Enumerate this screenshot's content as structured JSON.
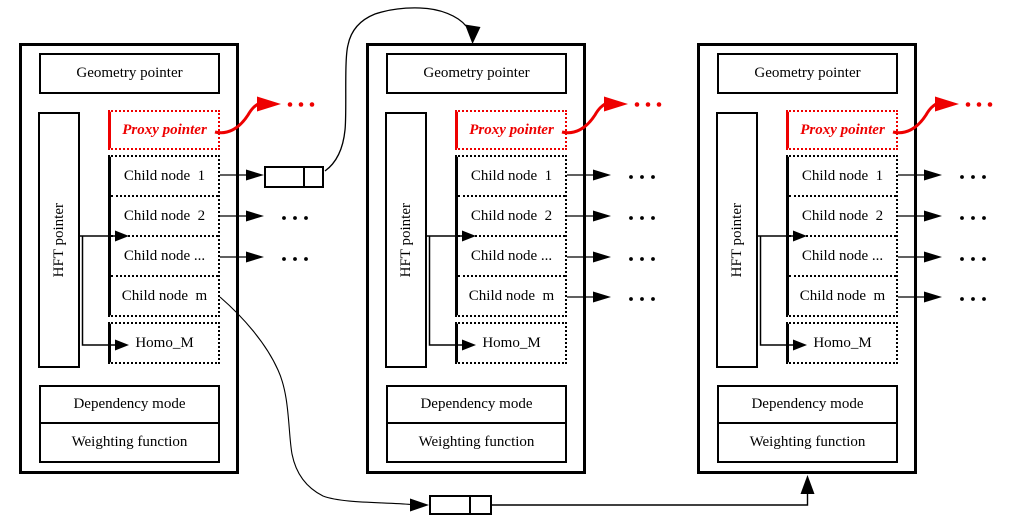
{
  "structures": [
    {
      "geometry_pointer": "Geometry pointer",
      "proxy_pointer": "Proxy pointer",
      "hft_pointer": "HFT pointer",
      "child_nodes": [
        "Child node  1",
        "Child node  2",
        "Child node ...",
        "Child node  m"
      ],
      "homo_m": "Homo_M",
      "dependency_mode": "Dependency mode",
      "weighting_function": "Weighting function",
      "proxy_target_ellipsis": ". . .",
      "child_target_ellipsis": ". . ."
    },
    {
      "geometry_pointer": "Geometry pointer",
      "proxy_pointer": "Proxy pointer",
      "hft_pointer": "HFT pointer",
      "child_nodes": [
        "Child node  1",
        "Child node  2",
        "Child node ...",
        "Child node  m"
      ],
      "homo_m": "Homo_M",
      "dependency_mode": "Dependency mode",
      "weighting_function": "Weighting function",
      "proxy_target_ellipsis": ". . .",
      "child_target_ellipsis": ". . ."
    },
    {
      "geometry_pointer": "Geometry pointer",
      "proxy_pointer": "Proxy pointer",
      "hft_pointer": "HFT pointer",
      "child_nodes": [
        "Child node  1",
        "Child node  2",
        "Child node ...",
        "Child node  m"
      ],
      "homo_m": "Homo_M",
      "dependency_mode": "Dependency mode",
      "weighting_function": "Weighting function",
      "proxy_target_ellipsis": ". . .",
      "child_target_ellipsis": ". . ."
    }
  ],
  "colors": {
    "accent_red": "#ee0000",
    "line": "#000000",
    "background": "#ffffff"
  }
}
